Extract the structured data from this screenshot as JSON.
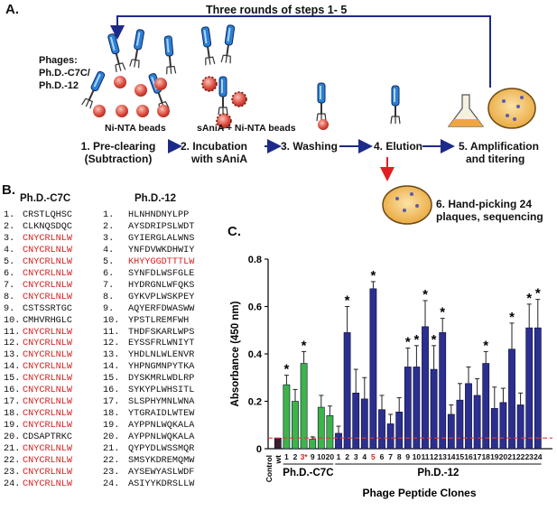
{
  "panelA": {
    "letter": "A.",
    "loop_label": "Three rounds of steps 1- 5",
    "phages_label": [
      "Phages:",
      "Ph.D.-C7C/",
      "Ph.D.-12"
    ],
    "beads_label": "Ni-NTA beads",
    "beads2_label": "sAniA + Ni-NTA beads",
    "steps": [
      [
        "1. Pre-clearing",
        "(Subtraction)"
      ],
      [
        "2. Incubation",
        "with sAniA"
      ],
      [
        "3. Washing"
      ],
      [
        "4. Elution"
      ],
      [
        "5. Amplification",
        "and titering"
      ]
    ],
    "step6": [
      "6. Hand-picking 24",
      "plaques, sequencing"
    ]
  },
  "panelB": {
    "letter": "B.",
    "col1_header": "Ph.D.-C7C",
    "col2_header": "Ph.D.-12",
    "c7c": [
      {
        "n": "1.",
        "seq": "CRSTLQHSC",
        "red": false
      },
      {
        "n": "2.",
        "seq": "CLKNQSDQC",
        "red": false
      },
      {
        "n": "3.",
        "seq": "CNYCRLNLW",
        "red": true
      },
      {
        "n": "4.",
        "seq": "CNYCRLNLW",
        "red": true
      },
      {
        "n": "5.",
        "seq": "CNYCRLNLW",
        "red": true
      },
      {
        "n": "6.",
        "seq": "CNYCRLNLW",
        "red": true
      },
      {
        "n": "7.",
        "seq": "CNYCRLNLW",
        "red": true
      },
      {
        "n": "8.",
        "seq": "CNYCRLNLW",
        "red": true
      },
      {
        "n": "9.",
        "seq": "CSTSSRTGC",
        "red": false
      },
      {
        "n": "10.",
        "seq": "CMHVRHGLC",
        "red": false
      },
      {
        "n": "11.",
        "seq": "CNYCRLNLW",
        "red": true
      },
      {
        "n": "12.",
        "seq": "CNYCRLNLW",
        "red": true
      },
      {
        "n": "13.",
        "seq": "CNYCRLNLW",
        "red": true
      },
      {
        "n": "14.",
        "seq": "CNYCRLNLW",
        "red": true
      },
      {
        "n": "15.",
        "seq": "CNYCRLNLW",
        "red": true
      },
      {
        "n": "16.",
        "seq": "CNYCRLNLW",
        "red": true
      },
      {
        "n": "17.",
        "seq": "CNYCRLNLW",
        "red": true
      },
      {
        "n": "18.",
        "seq": "CNYCRLNLW",
        "red": true
      },
      {
        "n": "19.",
        "seq": "CNYCRLNLW",
        "red": true
      },
      {
        "n": "20.",
        "seq": "CDSAPTRKC",
        "red": false
      },
      {
        "n": "21.",
        "seq": "CNYCRLNLW",
        "red": true
      },
      {
        "n": "22.",
        "seq": "CNYCRLNLW",
        "red": true
      },
      {
        "n": "23.",
        "seq": "CNYCRLNLW",
        "red": true
      },
      {
        "n": "24.",
        "seq": "CNYCRLNLW",
        "red": true
      }
    ],
    "phd12": [
      {
        "n": "1.",
        "seq": "HLNHNDNYLPP",
        "red": false
      },
      {
        "n": "2.",
        "seq": "AYSDRIPSLWDT",
        "red": false
      },
      {
        "n": "3.",
        "seq": "GYIERGLALWNS",
        "red": false
      },
      {
        "n": "4.",
        "seq": "YNFDVWKDHWIY",
        "red": false
      },
      {
        "n": "5.",
        "seq": "KHYYGGDTTTLW",
        "red": true
      },
      {
        "n": "6.",
        "seq": "SYNFDLWSFGLE",
        "red": false
      },
      {
        "n": "7.",
        "seq": "HYDRGNLWFQKS",
        "red": false
      },
      {
        "n": "8.",
        "seq": "GYKVPLWSKPEY",
        "red": false
      },
      {
        "n": "9.",
        "seq": "AQYERFDWASWW",
        "red": false
      },
      {
        "n": "10.",
        "seq": "YPSTLREMFWH",
        "red": false
      },
      {
        "n": "11.",
        "seq": "THDFSKARLWPS",
        "red": false
      },
      {
        "n": "12.",
        "seq": "EYSSFRLWNIYT",
        "red": false
      },
      {
        "n": "13.",
        "seq": "YHDLNLWLENVR",
        "red": false
      },
      {
        "n": "14.",
        "seq": "YHPNGMNPYTKA",
        "red": false
      },
      {
        "n": "15.",
        "seq": "DYSKMRLWDLRP",
        "red": false
      },
      {
        "n": "16.",
        "seq": "SYKYPLWHSITL",
        "red": false
      },
      {
        "n": "17.",
        "seq": "SLSPHYMNLWNA",
        "red": false
      },
      {
        "n": "18.",
        "seq": "YTGRAIDLWTEW",
        "red": false
      },
      {
        "n": "19.",
        "seq": "AYPPNLWQKALA",
        "red": false
      },
      {
        "n": "20.",
        "seq": "AYPPNLWQKALA",
        "red": false
      },
      {
        "n": "21.",
        "seq": "QYPYDLWSSMQR",
        "red": false
      },
      {
        "n": "22.",
        "seq": "SMSYKDREMQMW",
        "red": false
      },
      {
        "n": "23.",
        "seq": "AYSEWYASLWDF",
        "red": false
      },
      {
        "n": "24.",
        "seq": "ASIYYKDRSLLW",
        "red": false
      }
    ]
  },
  "panelC": {
    "letter": "C.",
    "colors": {
      "control": "#3a1f2c",
      "green": "#3cb44a",
      "blue": "#2b2f8f",
      "threshold": "#e23a3a"
    },
    "chart_data": {
      "type": "bar",
      "ylabel": "Absorbance (450 nm)",
      "xlabel": "Phage Peptide Clones",
      "ylim": [
        0,
        0.8
      ],
      "yticks": [
        "0",
        "0.2",
        "0.4",
        "0.6",
        "0.8"
      ],
      "threshold": 0.045,
      "groups": [
        {
          "name": "Control",
          "categories": [
            "wt"
          ],
          "values": [
            0.045
          ],
          "errors": [
            0.0
          ]
        },
        {
          "name": "Ph.D.-C7C",
          "categories": [
            "1",
            "2",
            "3",
            "9",
            "10",
            "20"
          ],
          "values": [
            0.27,
            0.2,
            0.36,
            0.04,
            0.175,
            0.14
          ],
          "errors": [
            0.04,
            0.05,
            0.05,
            0.01,
            0.05,
            0.04
          ],
          "stars": [
            true,
            false,
            true,
            false,
            false,
            false
          ],
          "red_label_index": 2,
          "red_label_text": "3*"
        },
        {
          "name": "Ph.D.-12",
          "categories": [
            "1",
            "2",
            "3",
            "4",
            "5",
            "6",
            "7",
            "8",
            "9",
            "10",
            "11",
            "12",
            "13",
            "14",
            "15",
            "16",
            "17",
            "18",
            "19",
            "20",
            "21",
            "22",
            "23",
            "24"
          ],
          "values": [
            0.065,
            0.49,
            0.235,
            0.21,
            0.675,
            0.165,
            0.105,
            0.155,
            0.345,
            0.345,
            0.515,
            0.335,
            0.49,
            0.145,
            0.205,
            0.275,
            0.225,
            0.36,
            0.17,
            0.195,
            0.42,
            0.185,
            0.51,
            0.51
          ],
          "errors": [
            0.03,
            0.11,
            0.1,
            0.09,
            0.03,
            0.06,
            0.04,
            0.06,
            0.08,
            0.09,
            0.11,
            0.1,
            0.06,
            0.04,
            0.07,
            0.07,
            0.07,
            0.05,
            0.09,
            0.06,
            0.11,
            0.05,
            0.1,
            0.12
          ],
          "stars": [
            false,
            true,
            false,
            false,
            true,
            false,
            false,
            false,
            true,
            true,
            true,
            true,
            true,
            false,
            false,
            false,
            false,
            true,
            false,
            false,
            true,
            false,
            true,
            true
          ],
          "red_label_index": 4
        }
      ],
      "control_label": "Control"
    }
  }
}
